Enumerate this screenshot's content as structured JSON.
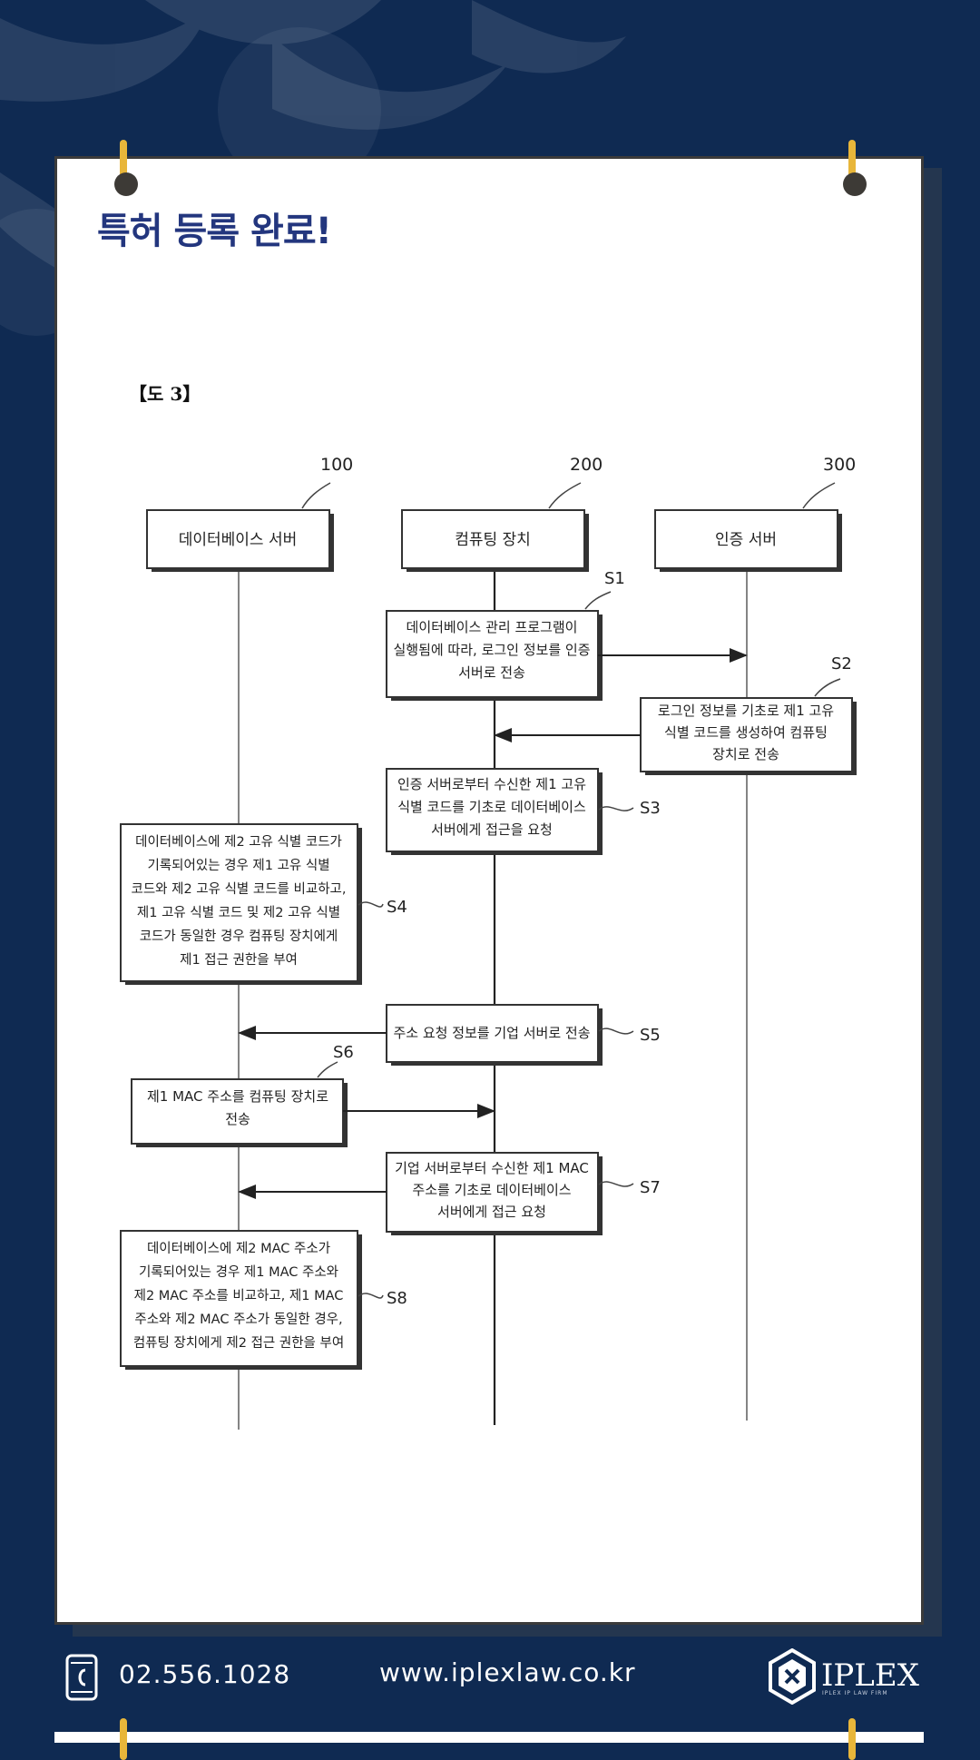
{
  "page": {
    "title": "특허 등록 완료!"
  },
  "figure": {
    "label": "【도 3】",
    "entities": [
      {
        "ref": "100",
        "name": "데이터베이스 서버"
      },
      {
        "ref": "200",
        "name": "컴퓨팅 장치"
      },
      {
        "ref": "300",
        "name": "인증 서버"
      }
    ],
    "steps": [
      {
        "id": "S1",
        "lines": [
          "데이터베이스 관리 프로그램이",
          "실행됨에 따라, 로그인 정보를 인증",
          "서버로 전송"
        ]
      },
      {
        "id": "S2",
        "lines": [
          "로그인 정보를 기초로 제1 고유",
          "식별 코드를 생성하여 컴퓨팅",
          "장치로 전송"
        ]
      },
      {
        "id": "S3",
        "lines": [
          "인증 서버로부터 수신한 제1 고유",
          "식별 코드를 기초로 데이터베이스",
          "서버에게 접근을 요청"
        ]
      },
      {
        "id": "S4",
        "lines": [
          "데이터베이스에 제2 고유 식별 코드가",
          "기록되어있는 경우 제1 고유 식별",
          "코드와 제2 고유 식별 코드를 비교하고,",
          "제1 고유 식별 코드 및 제2 고유 식별",
          "코드가 동일한 경우 컴퓨팅 장치에게",
          "제1 접근 권한을 부여"
        ]
      },
      {
        "id": "S5",
        "lines": [
          "주소 요청 정보를 기업 서버로 전송"
        ]
      },
      {
        "id": "S6",
        "lines": [
          "제1 MAC 주소를 컴퓨팅 장치로",
          "전송"
        ]
      },
      {
        "id": "S7",
        "lines": [
          "기업 서버로부터 수신한 제1 MAC",
          "주소를 기초로 데이터베이스",
          "서버에게 접근 요청"
        ]
      },
      {
        "id": "S8",
        "lines": [
          "데이터베이스에 제2 MAC 주소가",
          "기록되어있는 경우 제1 MAC 주소와",
          "제2 MAC 주소를 비교하고, 제1 MAC",
          "주소와 제2 MAC 주소가 동일한 경우,",
          "컴퓨팅 장치에게 제2 접근 권한을 부여"
        ]
      }
    ]
  },
  "footer": {
    "phone": "02.556.1028",
    "website": "www.iplexlaw.co.kr",
    "logo_text": "IPLEX",
    "logo_subtext": "IPLEX IP LAW FIRM"
  },
  "colors": {
    "background": "#0f2a52",
    "title": "#23367e",
    "pin": "#e8b63a"
  },
  "icons": {
    "phone": "phone-icon",
    "logo": "iplex-logo-icon"
  }
}
